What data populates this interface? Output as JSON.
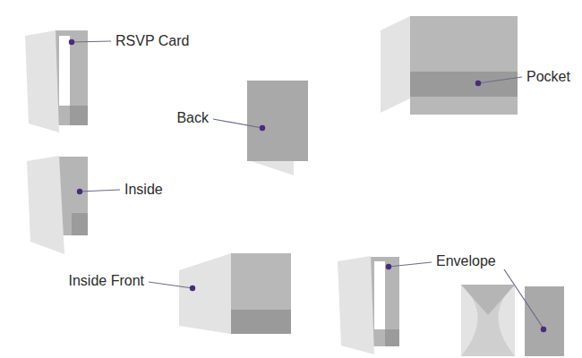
{
  "diagram": {
    "labels": [
      "RSVP Card",
      "Pocket",
      "Back",
      "Inside",
      "Inside Front",
      "Envelope"
    ]
  }
}
